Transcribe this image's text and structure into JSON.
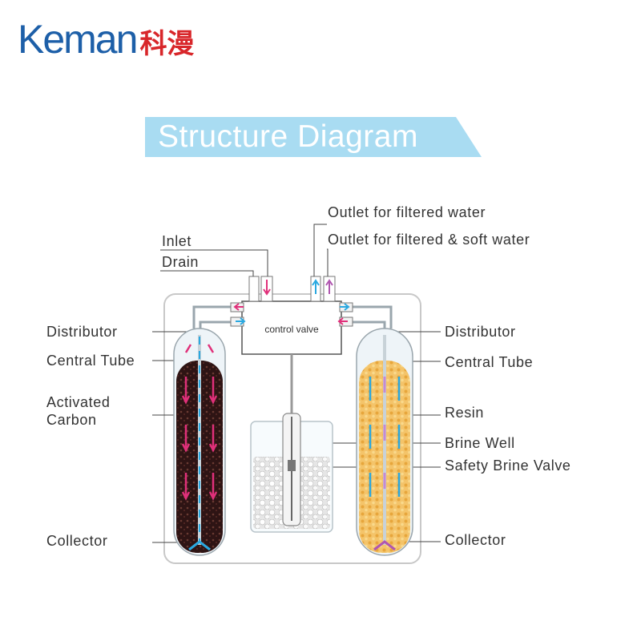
{
  "brand": {
    "name_en": "Keman",
    "name_cn": "科漫"
  },
  "title": "Structure Diagram",
  "colors": {
    "brand_blue": "#1d5fa8",
    "brand_red": "#d8262a",
    "title_bar": "#a9dcf2",
    "carbon": "#3a1c1c",
    "resin": "#eeb44a",
    "flow_pink": "#e0307a",
    "flow_blue": "#2aa8e0"
  },
  "labels": {
    "inlet": "Inlet",
    "drain": "Drain",
    "outlet_filtered": "Outlet for filtered water",
    "outlet_soft": "Outlet for filtered & soft water",
    "control_valve": "control valve",
    "left": {
      "distributor": "Distributor",
      "central_tube": "Central Tube",
      "activated_carbon": "Activated Carbon",
      "collector": "Collector"
    },
    "right": {
      "distributor": "Distributor",
      "central_tube": "Central Tube",
      "resin": "Resin",
      "brine_well": "Brine Well",
      "safety_brine_valve": "Safety Brine Valve",
      "collector": "Collector"
    }
  }
}
